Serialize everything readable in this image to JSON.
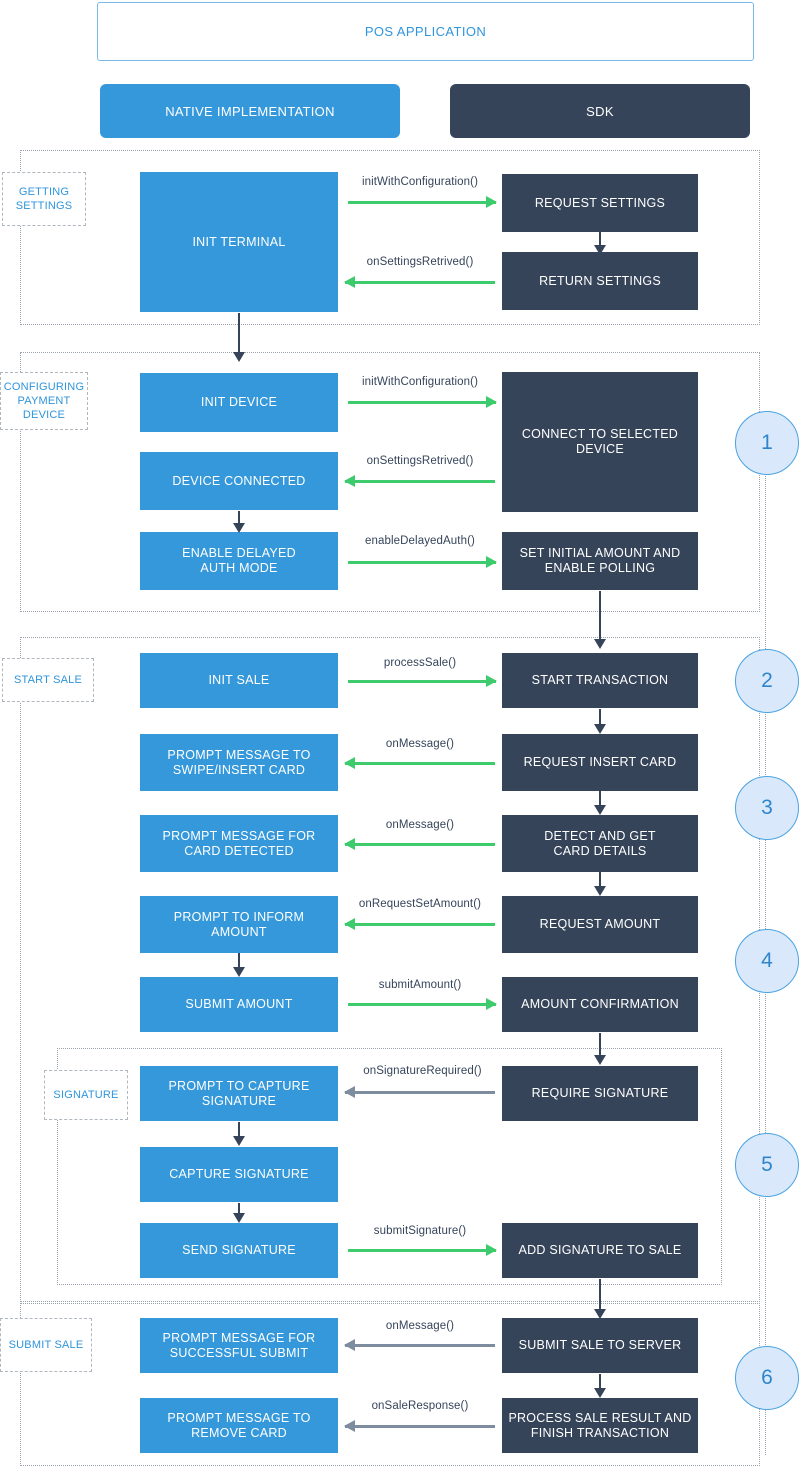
{
  "header": {
    "app_title": "POS APPLICATION",
    "left_column": "NATIVE IMPLEMENTATION",
    "right_column": "SDK"
  },
  "colors": {
    "native_blue": "#3498db",
    "sdk_dark": "#36445a",
    "accent_blue": "#2f95dc",
    "arrow_green": "#3ecb6e",
    "arrow_gray": "#7d8c9e",
    "circle_fill": "#d9e9fb",
    "circle_border": "#4ba3e3"
  },
  "sections": [
    {
      "label": "GETTING\nSETTINGS",
      "label_line1": "GETTING",
      "label_line2": "SETTINGS",
      "step": null
    },
    {
      "label_line1": "CONFIGURING",
      "label_line2": "PAYMENT",
      "label_line3": "DEVICE",
      "step": "1"
    },
    {
      "label_line1": "START SALE",
      "step": "2"
    },
    {
      "label_line1": "SIGNATURE",
      "step": "5"
    },
    {
      "label_line1": "SUBMIT SALE",
      "step": "6"
    }
  ],
  "steps": [
    "1",
    "2",
    "3",
    "4",
    "5",
    "6"
  ],
  "boxes": {
    "init_terminal": "INIT TERMINAL",
    "request_settings": "REQUEST SETTINGS",
    "return_settings": "RETURN SETTINGS",
    "init_device": "INIT DEVICE",
    "device_connected": "DEVICE CONNECTED",
    "enable_delayed_auth_1": "ENABLE DELAYED",
    "enable_delayed_auth_2": "AUTH MODE",
    "connect_selected_1": "CONNECT TO SELECTED",
    "connect_selected_2": "DEVICE",
    "set_initial_1": "SET INITIAL AMOUNT AND",
    "set_initial_2": "ENABLE POLLING",
    "init_sale": "INIT SALE",
    "start_transaction": "START TRANSACTION",
    "prompt_swipe_1": "PROMPT MESSAGE TO",
    "prompt_swipe_2": "SWIPE/INSERT CARD",
    "request_insert_card": "REQUEST INSERT CARD",
    "prompt_detected_1": "PROMPT MESSAGE FOR",
    "prompt_detected_2": "CARD DETECTED",
    "detect_card_1": "DETECT AND GET",
    "detect_card_2": "CARD DETAILS",
    "prompt_inform_1": "PROMPT TO INFORM",
    "prompt_inform_2": "AMOUNT",
    "request_amount": "REQUEST AMOUNT",
    "submit_amount": "SUBMIT AMOUNT",
    "amount_confirmation": "AMOUNT CONFIRMATION",
    "prompt_capture_1": "PROMPT TO CAPTURE",
    "prompt_capture_2": "SIGNATURE",
    "require_signature": "REQUIRE SIGNATURE",
    "capture_signature": "CAPTURE SIGNATURE",
    "send_signature": "SEND SIGNATURE",
    "add_signature_to_sale": "ADD SIGNATURE TO SALE",
    "prompt_success_1": "PROMPT MESSAGE FOR",
    "prompt_success_2": "SUCCESSFUL SUBMIT",
    "submit_sale_server": "SUBMIT SALE TO SERVER",
    "prompt_remove_1": "PROMPT MESSAGE TO",
    "prompt_remove_2": "REMOVE CARD",
    "process_result_1": "PROCESS SALE RESULT AND",
    "process_result_2": "FINISH TRANSACTION"
  },
  "calls": {
    "init_with_configuration_1": "initWithConfiguration()",
    "on_settings_retrived_1": "onSettingsRetrived()",
    "init_with_configuration_2": "initWithConfiguration()",
    "on_settings_retrived_2": "onSettingsRetrived()",
    "enable_delayed_auth": "enableDelayedAuth()",
    "process_sale": "processSale()",
    "on_message_1": "onMessage()",
    "on_message_2": "onMessage()",
    "on_request_set_amount": "onRequestSetAmount()",
    "submit_amount": "submitAmount()",
    "on_signature_required": "onSignatureRequired()",
    "submit_signature": "submitSignature()",
    "on_message_3": "onMessage()",
    "on_sale_response": "onSaleResponse()"
  }
}
